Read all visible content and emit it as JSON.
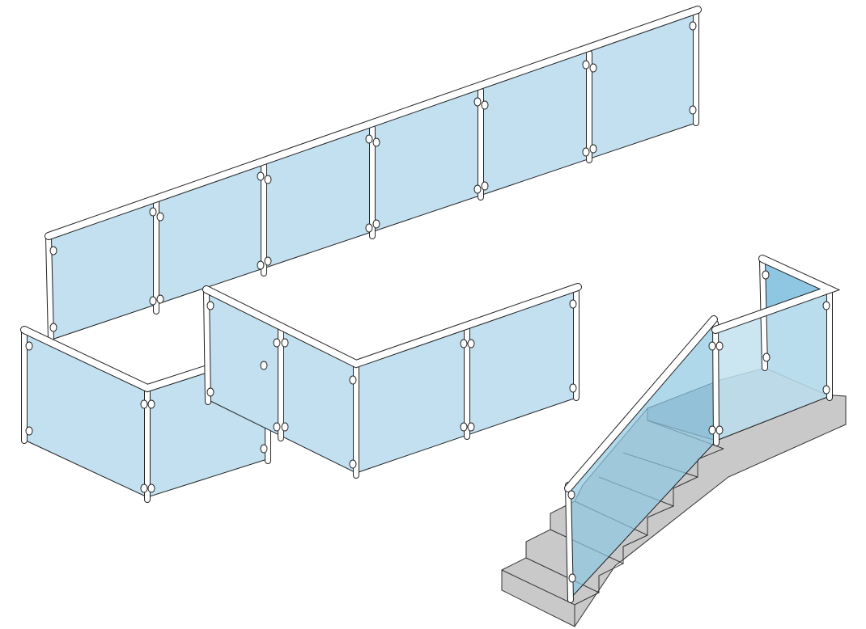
{
  "colors": {
    "glass": "#c2e0ef",
    "glass_shadow": "#8fc7e3",
    "stair": "#c9c9c9",
    "stair_shadow": "#9fb3bf",
    "rail": "#ffffff",
    "outline": "#222222",
    "background": "#ffffff"
  },
  "scene": {
    "objects": [
      "long-railing",
      "corner-railing-left",
      "corner-railing-middle",
      "staircase-with-glass-railing"
    ]
  }
}
